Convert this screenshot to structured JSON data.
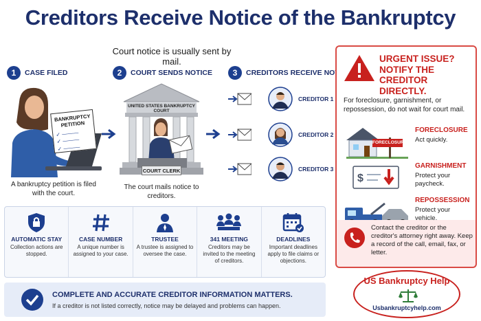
{
  "title": "Creditors Receive Notice of the Bankruptcy",
  "subtitle": "Court notice is usually sent by mail.",
  "steps": [
    {
      "num": "1",
      "label": "CASE FILED",
      "caption": "A bankruptcy petition is filed with the court.",
      "sign": "BANKRUPTCY PETITION"
    },
    {
      "num": "2",
      "label": "COURT SENDS NOTICE",
      "caption": "The court mails notice to creditors.",
      "court_sign": "UNITED STATES BANKRUPTCY COURT",
      "desk_sign": "COURT CLERK"
    },
    {
      "num": "3",
      "label": "CREDITORS RECEIVE NOTICE"
    }
  ],
  "creditors": [
    "CREDITOR 1",
    "CREDITOR 2",
    "CREDITOR 3"
  ],
  "features": [
    {
      "title": "AUTOMATIC STAY",
      "desc": "Collection actions are stopped.",
      "icon": "lock-shield-icon"
    },
    {
      "title": "CASE NUMBER",
      "desc": "A unique number is assigned to your case.",
      "icon": "hash-icon"
    },
    {
      "title": "TRUSTEE",
      "desc": "A trustee is assigned to oversee the case.",
      "icon": "person-icon"
    },
    {
      "title": "341 MEETING",
      "desc": "Creditors may be invited to the meeting of creditors.",
      "icon": "meeting-icon"
    },
    {
      "title": "DEADLINES",
      "desc": "Important deadlines apply to file claims or objections.",
      "icon": "calendar-icon"
    }
  ],
  "bottom": {
    "title": "COMPLETE AND ACCURATE CREDITOR INFORMATION MATTERS.",
    "text": "If a creditor is not listed correctly, notice may be delayed and problems can happen."
  },
  "urgent": {
    "title_line1": "URGENT ISSUE?",
    "title_line2": "NOTIFY THE",
    "title_line3": "CREDITOR DIRECTLY.",
    "text": "For foreclosure, garnishment, or repossession, do not wait for court mail.",
    "risks": [
      {
        "title": "FORECLOSURE",
        "text": "Act quickly.",
        "sign": "FORECLOSURE",
        "icon": "house-icon"
      },
      {
        "title": "GARNISHMENT",
        "text": "Protect your paycheck.",
        "icon": "paycheck-icon"
      },
      {
        "title": "REPOSSESSION",
        "text": "Protect your vehicle.",
        "icon": "tow-truck-icon"
      }
    ],
    "contact": "Contact the creditor or the creditor's attorney right away. Keep a record of the call, email, fax, or letter."
  },
  "logo": {
    "name": "US Bankruptcy Help",
    "url": "Usbankruptcyhelp.com"
  },
  "colors": {
    "navy": "#1d2f6b",
    "blue": "#1d3f8f",
    "red": "#c8211e"
  }
}
